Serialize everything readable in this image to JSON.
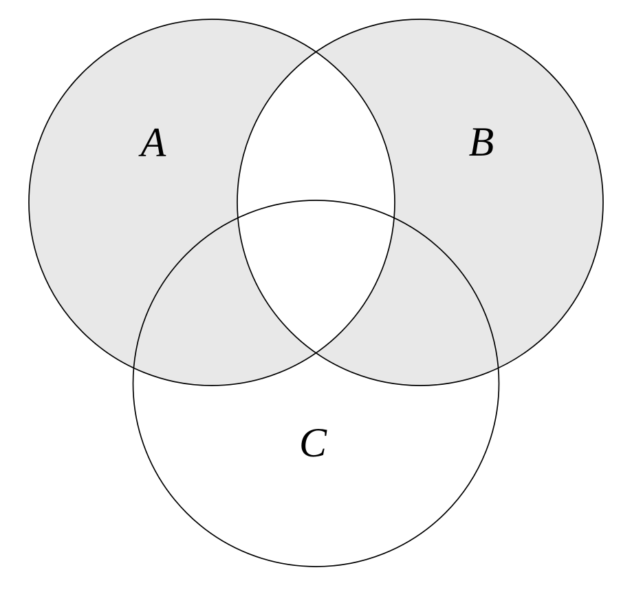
{
  "diagram": {
    "type": "venn-3-set",
    "sets": [
      {
        "label": "A",
        "shaded": true
      },
      {
        "label": "B",
        "shaded": true
      },
      {
        "label": "C",
        "shaded": false
      }
    ],
    "shaded_region": "(A ∪ B) minus (A ∩ B) — symmetric difference A △ B",
    "colors": {
      "shade": "#e8e8e8",
      "stroke": "#000000",
      "background": "#ffffff"
    }
  }
}
